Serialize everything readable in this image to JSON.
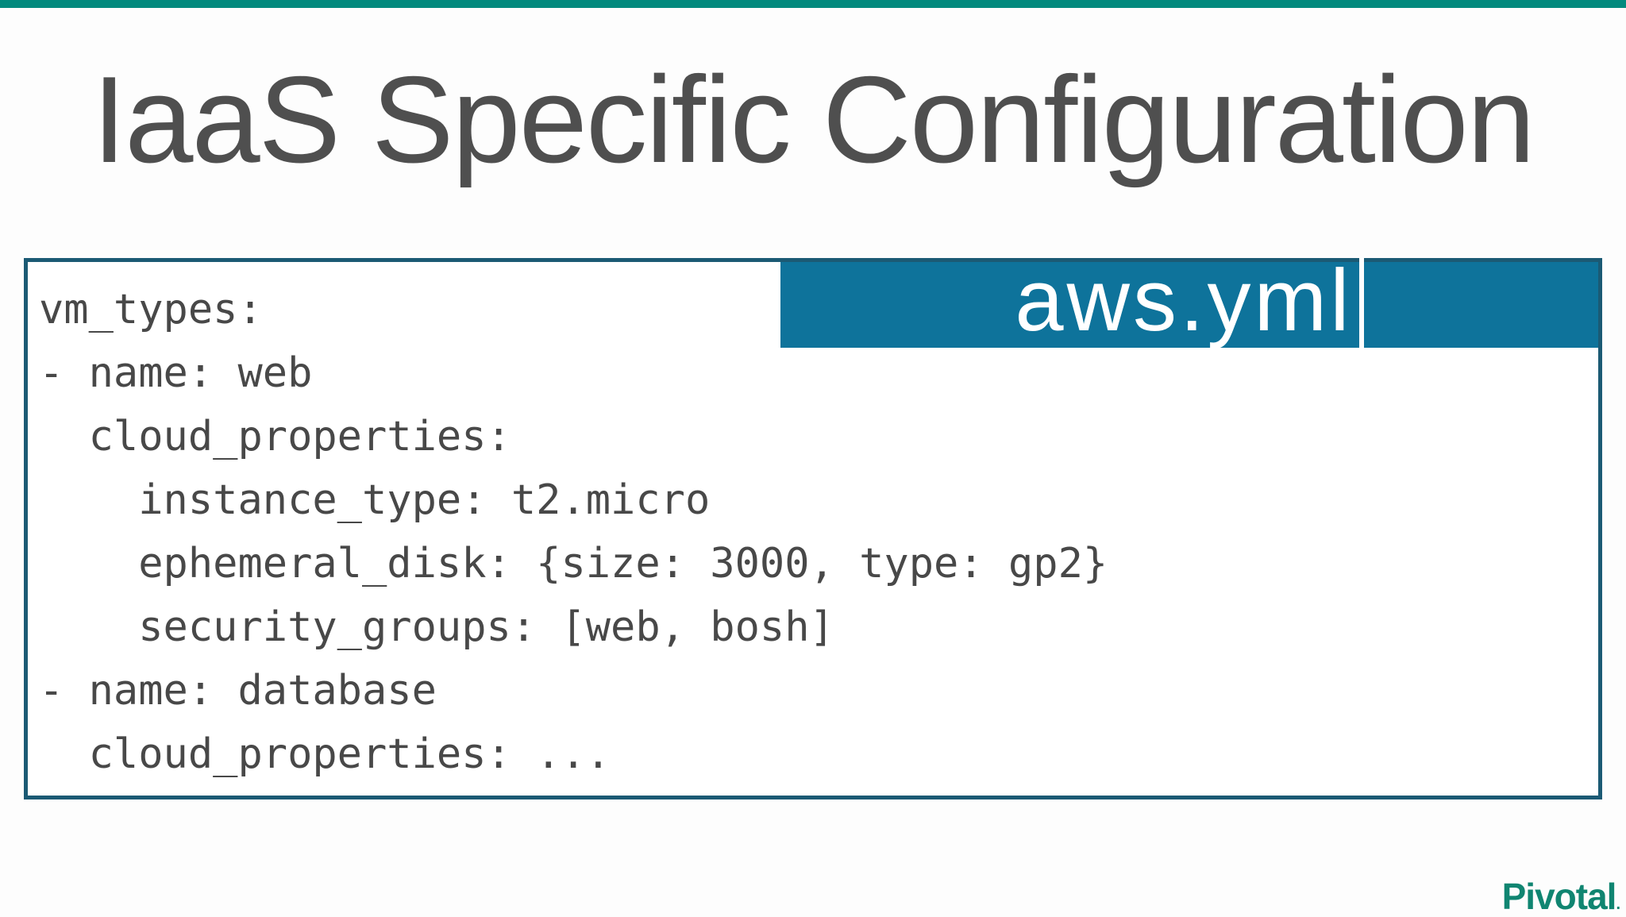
{
  "slide": {
    "title": "IaaS Specific Configuration"
  },
  "code_panel": {
    "filename": "aws.yml",
    "lines": [
      "vm_types:",
      "- name: web",
      "  cloud_properties:",
      "    instance_type: t2.micro",
      "    ephemeral_disk: {size: 3000, type: gp2}",
      "    security_groups: [web, bosh]",
      "- name: database",
      "  cloud_properties: ..."
    ]
  },
  "footer": {
    "logo_text": "Pivotal",
    "logo_mark": "."
  },
  "colors": {
    "top_bar": "#028a7e",
    "panel_border": "#1b5a74",
    "tab_background": "#0e739b",
    "tab_text": "#ffffff",
    "title_text": "#4f4f4f",
    "code_text": "#484848",
    "logo_text": "#108571"
  }
}
